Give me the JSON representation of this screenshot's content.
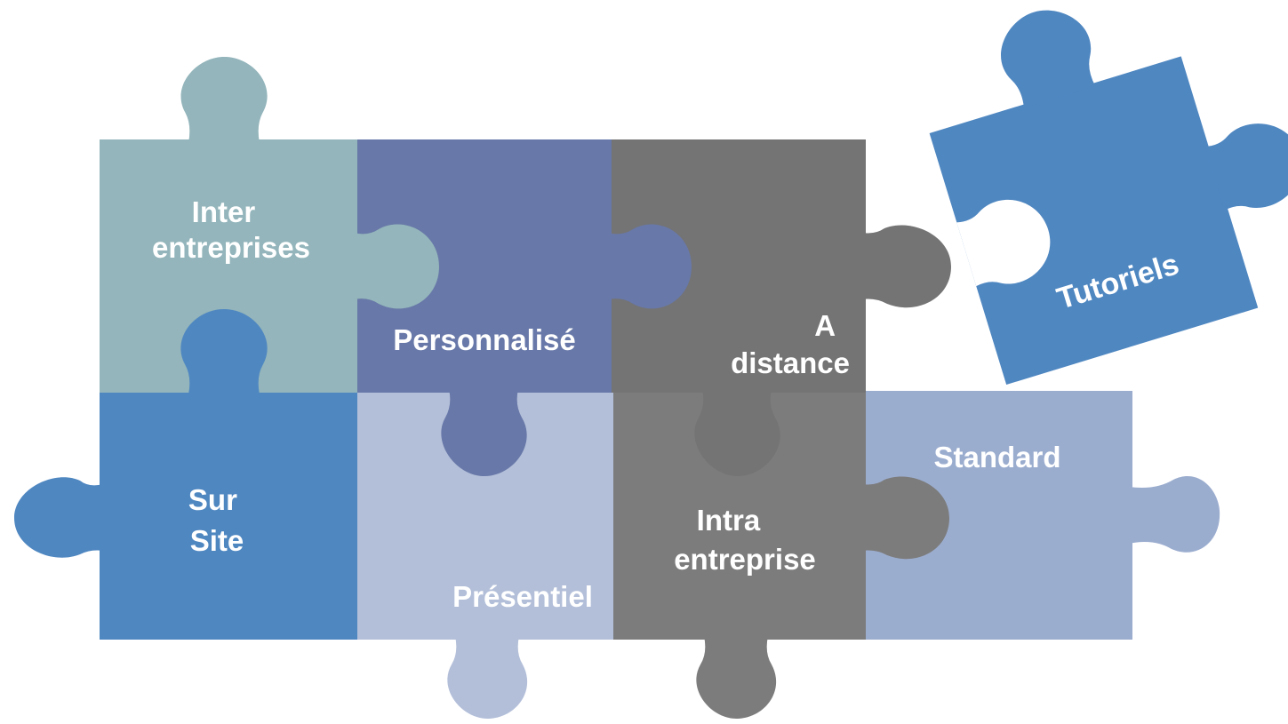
{
  "colors": {
    "teal": "#93b5bb",
    "purple": "#6878a8",
    "dark_gray": "#747474",
    "blue": "#4f87c1",
    "light_blue": "#b3bfd9",
    "mid_gray": "#7c7c7c",
    "pale_blue": "#9badcf",
    "text": "#ffffff"
  },
  "pieces": {
    "inter_entreprises": {
      "lines": [
        "Inter",
        "entreprises"
      ]
    },
    "personnalise": {
      "lines": [
        "Personnalisé"
      ]
    },
    "a_distance": {
      "lines": [
        "A",
        "distance"
      ]
    },
    "tutoriels": {
      "lines": [
        "Tutoriels"
      ]
    },
    "sur_site": {
      "lines": [
        "Sur",
        "Site"
      ]
    },
    "presentiel": {
      "lines": [
        "Présentiel"
      ]
    },
    "intra_entreprise": {
      "lines": [
        "Intra",
        "entreprise"
      ]
    },
    "standard": {
      "lines": [
        "Standard"
      ]
    }
  }
}
